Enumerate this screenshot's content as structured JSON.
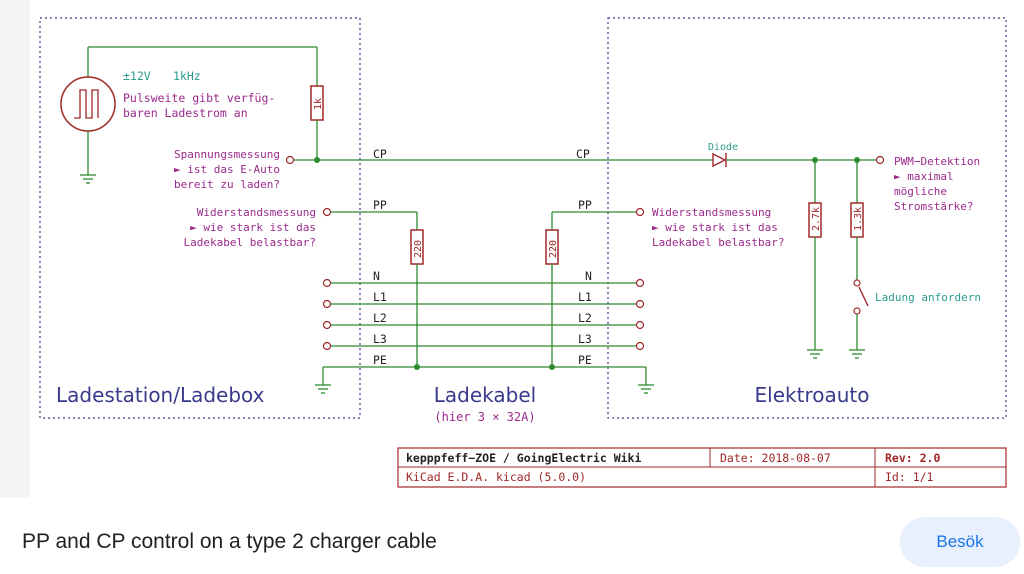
{
  "caption": "PP and CP control on a type 2 charger cable",
  "visit_button": "Besök",
  "colors": {
    "wire": "#2e8b2e",
    "symbol": "#a02828",
    "label": "#9c2a8c",
    "net": "#222222",
    "frame": "#3a3a8c",
    "note": "#2a9d8f"
  },
  "schematic": {
    "source": {
      "voltage": "±12V",
      "frequency": "1kHz",
      "desc1": "Pulsweite gibt verfüg-",
      "desc2": "baren Ladestrom an"
    },
    "r_1k": "1k",
    "left_cp": {
      "l1": "Spannungsmessung",
      "l2": "► ist das E-Auto",
      "l3": "bereit zu laden?"
    },
    "left_pp": {
      "l1": "Widerstandsmessung",
      "l2": "► wie stark ist das",
      "l3": "Ladekabel belastbar?"
    },
    "right_pp": {
      "l1": "Widerstandsmessung",
      "l2": "► wie stark ist das",
      "l3": "Ladekabel belastbar?"
    },
    "nets": {
      "cp": "CP",
      "pp": "PP",
      "n": "N",
      "l1": "L1",
      "l2": "L2",
      "l3": "L3",
      "pe": "PE"
    },
    "r_220": "220",
    "diode": "Diode",
    "r_27k": "2.7k",
    "r_13k": "1.3k",
    "pwm": {
      "l1": "PWM−Detektion",
      "l2": "► maximal",
      "l3": "mögliche",
      "l4": "Stromstärke?"
    },
    "charge_request": "Ladung anfordern",
    "zone_station": "Ladestation/Ladebox",
    "zone_cable": "Ladekabel",
    "zone_cable_sub": "(hier 3 × 32A)",
    "zone_car": "Elektroauto",
    "titleblock": {
      "title": "kepppfeff−ZOE / GoingElectric Wiki",
      "date": "Date: 2018-08-07",
      "rev": "Rev: 2.0",
      "tool": "KiCad E.D.A.  kicad (5.0.0)",
      "id": "Id: 1/1"
    }
  }
}
